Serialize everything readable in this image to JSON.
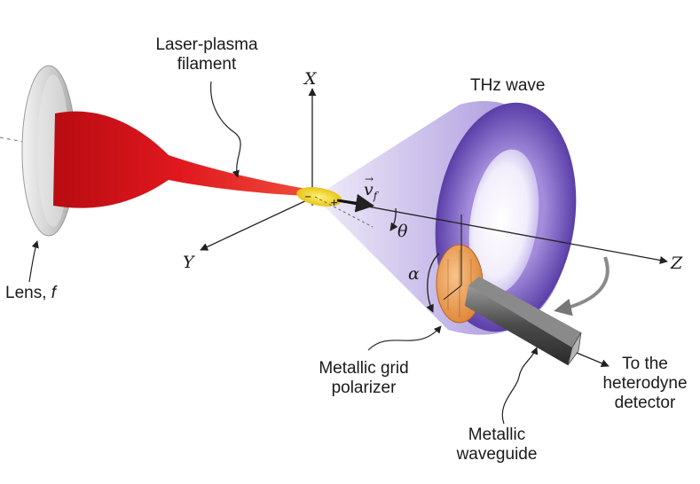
{
  "labels": {
    "laser_line1": "Laser-plasma",
    "laser_line2": "filament",
    "axis_x": "X",
    "axis_y": "Y",
    "axis_z": "Z",
    "thz_wave": "THz wave",
    "lens_prefix": "Lens, ",
    "lens_f": "f",
    "velocity": "v",
    "velocity_sub": "f",
    "theta": "θ",
    "alpha": "α",
    "grid_line1": "Metallic grid",
    "grid_line2": "polarizer",
    "det_line1": "To the",
    "det_line2": "heterodyne",
    "det_line3": "detector",
    "wg_line1": "Metallic",
    "wg_line2": "waveguide"
  },
  "colors": {
    "filament": "#d8161c",
    "plasma_spot": "#f2d21a",
    "thz_cone": "#9a86d6",
    "thz_inner": "#6b4fb8",
    "lens": "#cfcfcf",
    "polarizer": "#f0a65e",
    "waveguide": "#555555",
    "axis": "#222222"
  }
}
